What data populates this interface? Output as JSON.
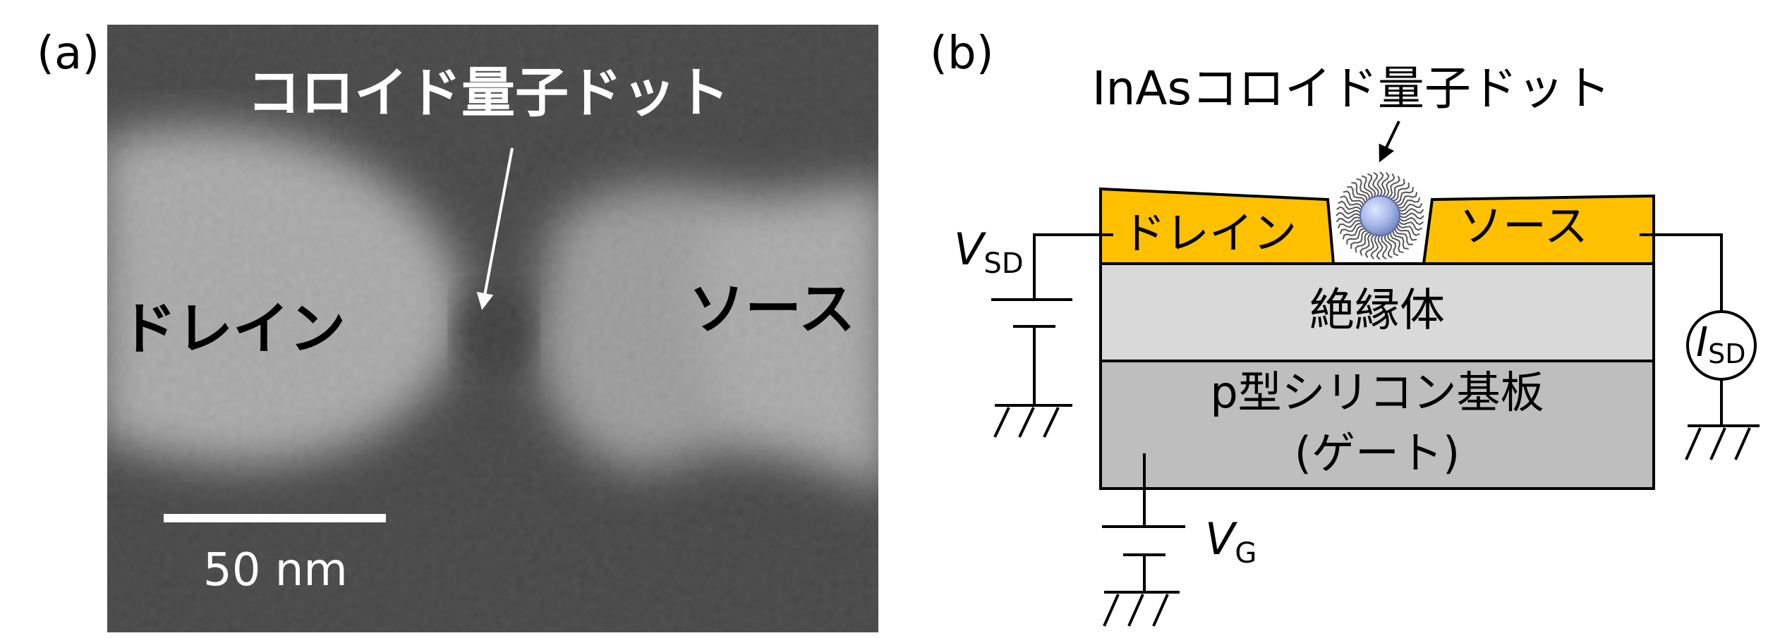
{
  "panel_a": {
    "tag": "(a)",
    "dot_label": "コロイド量子ドット",
    "drain_label": "ドレイン",
    "source_label": "ソース",
    "scale_label": "50 nm"
  },
  "panel_b": {
    "tag": "(b)",
    "dot_label": "InAsコロイド量子ドット",
    "drain_label": "ドレイン",
    "source_label": "ソース",
    "insulator_label": "絶縁体",
    "substrate_label": "p型シリコン基板",
    "gate_label": "(ゲート)",
    "vsd_main": "V",
    "vsd_sub": "SD",
    "isd_main": "I",
    "isd_sub": "SD",
    "vg_main": "V",
    "vg_sub": "G"
  },
  "colors": {
    "electrode": "#ffc000",
    "insulator": "#d9d9d9",
    "substrate": "#bfbebe",
    "dot": "#a8b8e8"
  }
}
